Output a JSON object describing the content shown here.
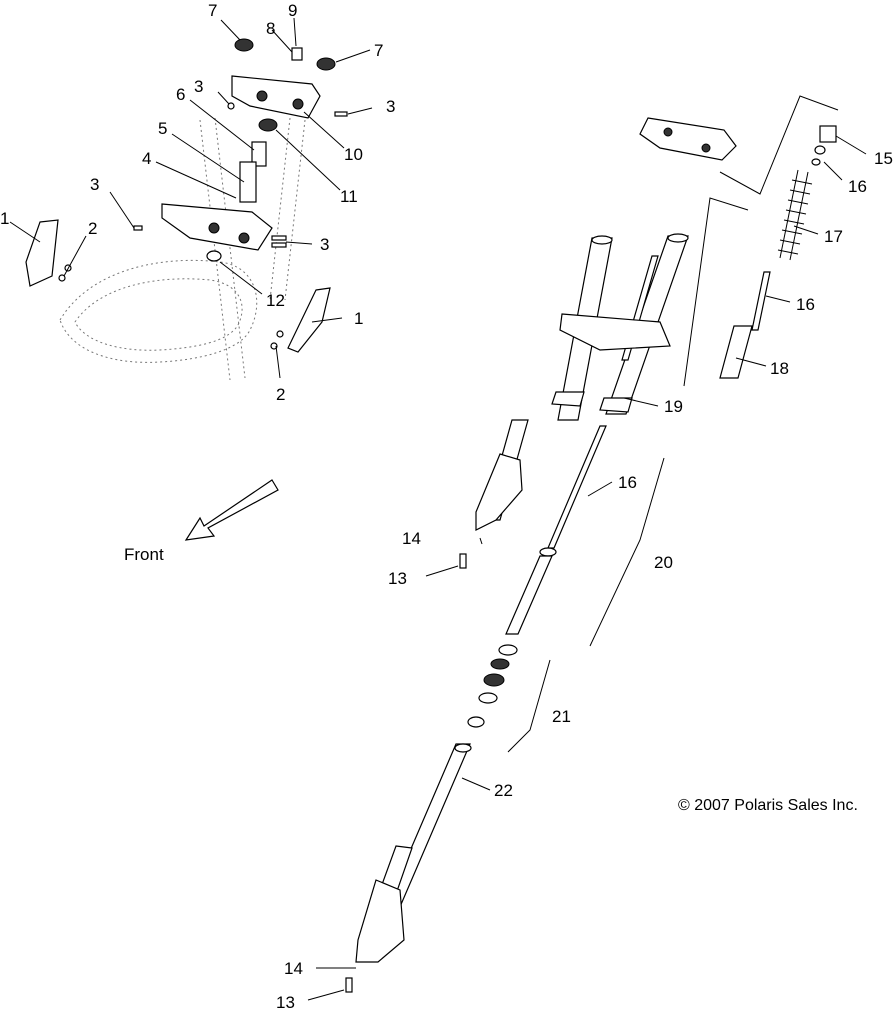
{
  "callouts": {
    "c1a": "1",
    "c1b": "1",
    "c2a": "2",
    "c2b": "2",
    "c3a": "3",
    "c3b": "3",
    "c3c": "3",
    "c3d": "3",
    "c4": "4",
    "c5": "5",
    "c6": "6",
    "c7a": "7",
    "c7b": "7",
    "c8": "8",
    "c9": "9",
    "c10": "10",
    "c11": "11",
    "c12": "12",
    "c13a": "13",
    "c13b": "13",
    "c14a": "14",
    "c14b": "14",
    "c15": "15",
    "c16a": "16",
    "c16b": "16",
    "c16c": "16",
    "c17": "17",
    "c18": "18",
    "c19": "19",
    "c20": "20",
    "c21": "21",
    "c22": "22"
  },
  "front_label": "Front",
  "copyright": "© 2007 Polaris Sales Inc."
}
